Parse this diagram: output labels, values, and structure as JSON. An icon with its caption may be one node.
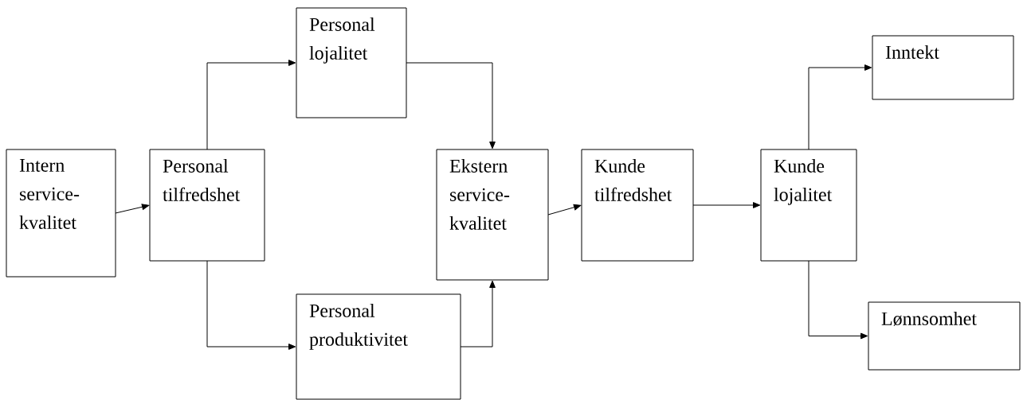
{
  "diagram": {
    "nodes": [
      {
        "text": [
          "Intern service-kvalitet"
        ]
      },
      {
        "text": [
          "Personal tilfredshet"
        ]
      },
      {
        "text": [
          "Personal lojalitet"
        ]
      },
      {
        "text": [
          "Personal produktivitet"
        ]
      },
      {
        "text": [
          "Ekstern service-kvalitet"
        ]
      },
      {
        "text": [
          "Kunde tilfredshet"
        ]
      },
      {
        "text": [
          "Kunde lojalitet"
        ]
      },
      {
        "text": [
          "Inntekt"
        ]
      },
      {
        "text": [
          "Lønnsomhet"
        ]
      }
    ],
    "edges": [
      {
        "from": 0,
        "to": 1,
        "arrow": "to"
      },
      {
        "from": 1,
        "to": 2,
        "arrow": "to"
      },
      {
        "from": 1,
        "to": 3,
        "arrow": "to"
      },
      {
        "from": 2,
        "to": 4,
        "arrow": "to"
      },
      {
        "from": 3,
        "to": 4,
        "arrow": "to"
      },
      {
        "from": 4,
        "to": 5,
        "arrow": "to"
      },
      {
        "from": 5,
        "to": 6,
        "arrow": "to"
      },
      {
        "from": 6,
        "to": 7,
        "arrow": "to"
      },
      {
        "from": 6,
        "to": 8,
        "arrow": "to"
      }
    ]
  }
}
